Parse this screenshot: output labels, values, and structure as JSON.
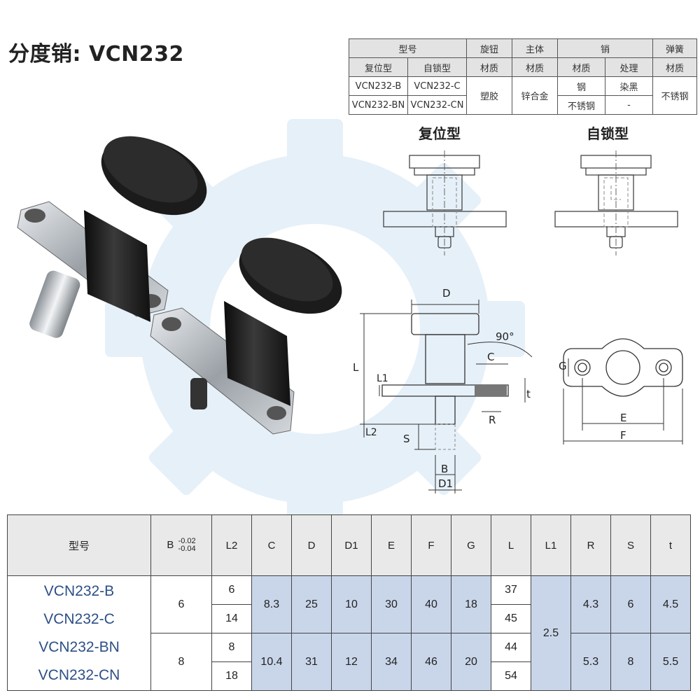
{
  "title": "分度销: VCN232",
  "spec_table": {
    "header1": [
      "型号",
      "旋钮",
      "主体",
      "销",
      "弹簧"
    ],
    "header2": [
      "复位型",
      "自锁型",
      "材质",
      "材质",
      "材质",
      "处理",
      "材质"
    ],
    "models": [
      [
        "VCN232-B",
        "VCN232-C"
      ],
      [
        "VCN232-BN",
        "VCN232-CN"
      ]
    ],
    "knob_material": "塑胶",
    "body_material": "锌合金",
    "pin_material": [
      "钢",
      "不锈钢"
    ],
    "pin_treatment": [
      "染黑",
      "-"
    ],
    "spring_material": "不锈钢"
  },
  "diagram_labels": {
    "reset_type": "复位型",
    "lock_type": "自锁型",
    "D": "D",
    "L": "L",
    "L1": "L1",
    "L2": "L2",
    "C": "C",
    "t": "t",
    "R": "R",
    "S": "S",
    "B": "B",
    "D1": "D1",
    "G": "G",
    "E": "E",
    "F": "F",
    "angle": "90°"
  },
  "dims_table": {
    "columns": [
      "型号",
      "B",
      "L2",
      "C",
      "D",
      "D1",
      "E",
      "F",
      "G",
      "L",
      "L1",
      "R",
      "S",
      "t"
    ],
    "b_tolerance_upper": "-0.02",
    "b_tolerance_lower": "-0.04",
    "models": [
      "VCN232-B",
      "VCN232-C",
      "VCN232-BN",
      "VCN232-CN"
    ],
    "group1": {
      "B": "6",
      "L2": [
        "6",
        "14"
      ],
      "C": "8.3",
      "D": "25",
      "D1": "10",
      "E": "30",
      "F": "40",
      "G": "18",
      "L": [
        "37",
        "45"
      ],
      "R": "4.3",
      "S": "6",
      "t": "4.5"
    },
    "group2": {
      "B": "8",
      "L2": [
        "8",
        "18"
      ],
      "C": "10.4",
      "D": "31",
      "D1": "12",
      "E": "34",
      "F": "46",
      "G": "20",
      "L": [
        "44",
        "54"
      ],
      "R": "5.3",
      "S": "8",
      "t": "5.5"
    },
    "L1": "2.5"
  }
}
